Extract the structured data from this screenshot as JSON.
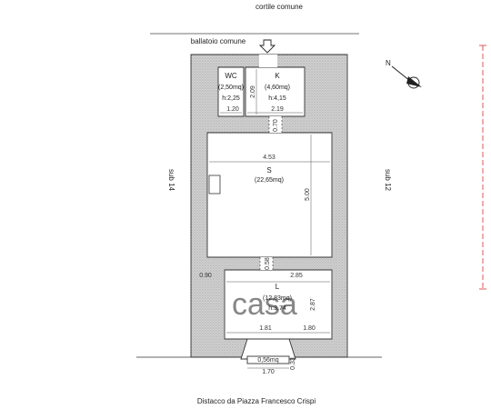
{
  "labels": {
    "top_title": "cortile comune",
    "ballatoio": "ballatoio comune",
    "left_side": "sub 14",
    "right_side": "sub 12",
    "bottom": "Distacco da Piazza Francesco Crispi",
    "watermark": "casa"
  },
  "rooms": {
    "wc": {
      "name": "WC",
      "area": "(2,50mq)",
      "height": "h:2,25"
    },
    "k": {
      "name": "K",
      "area": "(4,60mq)",
      "height": "h:4,15"
    },
    "s": {
      "name": "S",
      "area": "(22,65mq)"
    },
    "l": {
      "name": "L",
      "area": "(12,83mq)",
      "height": "h:3,74"
    }
  },
  "dimensions": {
    "wc_width": "1.20",
    "k_width": "2.19",
    "k_depth": "2.09",
    "passage_70": "0.70",
    "s_width": "4.53",
    "s_depth": "5.00",
    "passage_58": "0.58",
    "l_left": "0.90",
    "l_right": "2.85",
    "l_depth": "2.87",
    "l_bottom_left": "1.81",
    "l_bottom_right": "1.80",
    "bay_area": "0,56mq",
    "bay_width": "1.70",
    "bay_depth": "0.33"
  },
  "compass": {
    "north": "N"
  }
}
